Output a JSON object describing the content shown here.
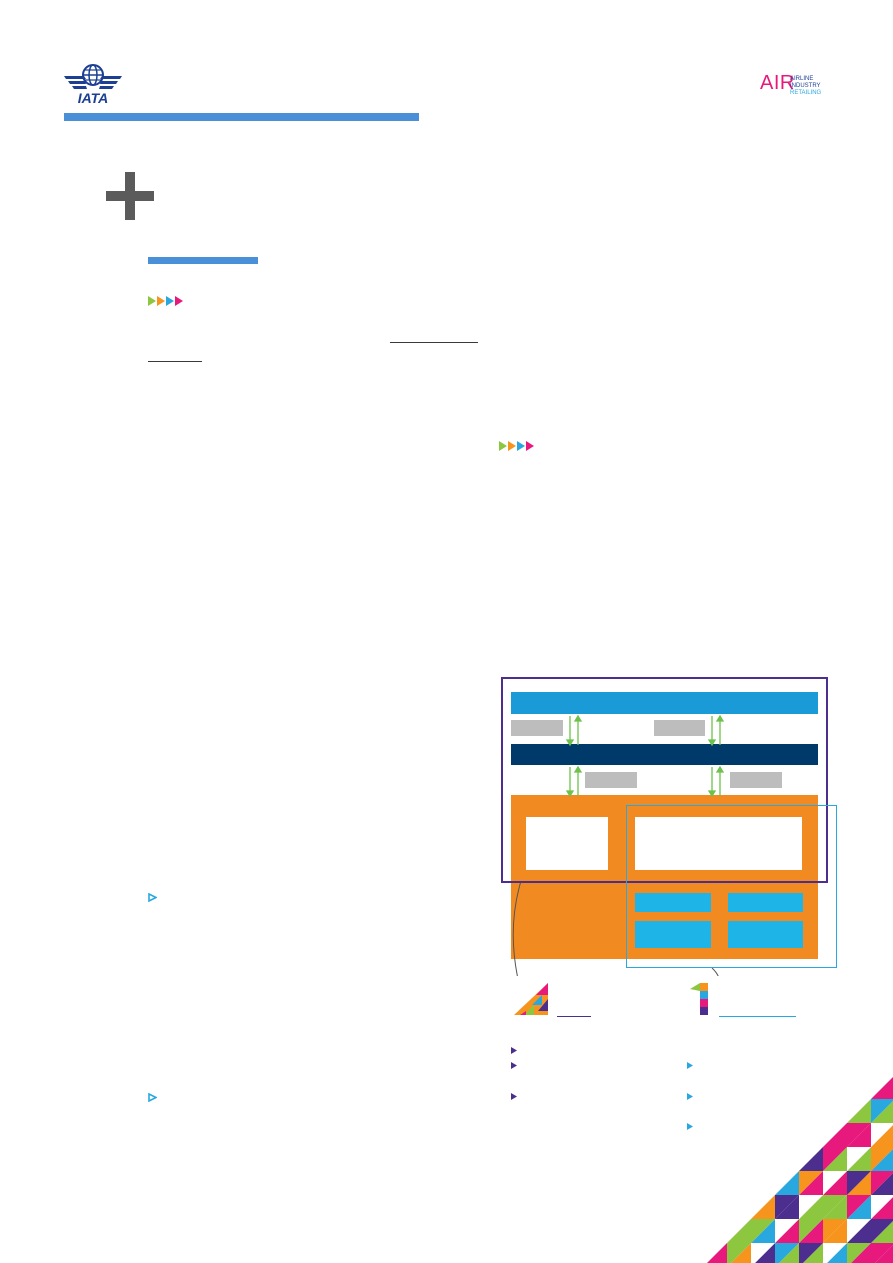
{
  "header": {
    "iata_logo_text": "IATA",
    "air_logo": {
      "word": "AIR",
      "line1": "AIRLINE",
      "line2": "INDUSTRY",
      "line3": "RETAILING"
    }
  },
  "colors": {
    "iata_blue": "#1c3f94",
    "air_pink": "#e8197d",
    "accent_blue": "#4a90d9",
    "diagram_purple": "#4b2e8e",
    "diagram_light_blue": "#1a9ad6",
    "diagram_navy": "#003a6b",
    "diagram_orange": "#f28a22",
    "diagram_cyan": "#1eb4e8",
    "arrow_green": "#6cc24a"
  },
  "icons": {
    "plus": "plus-icon",
    "section_arrows": "arrows-icon",
    "bullet": "triangle-bullet-icon"
  }
}
